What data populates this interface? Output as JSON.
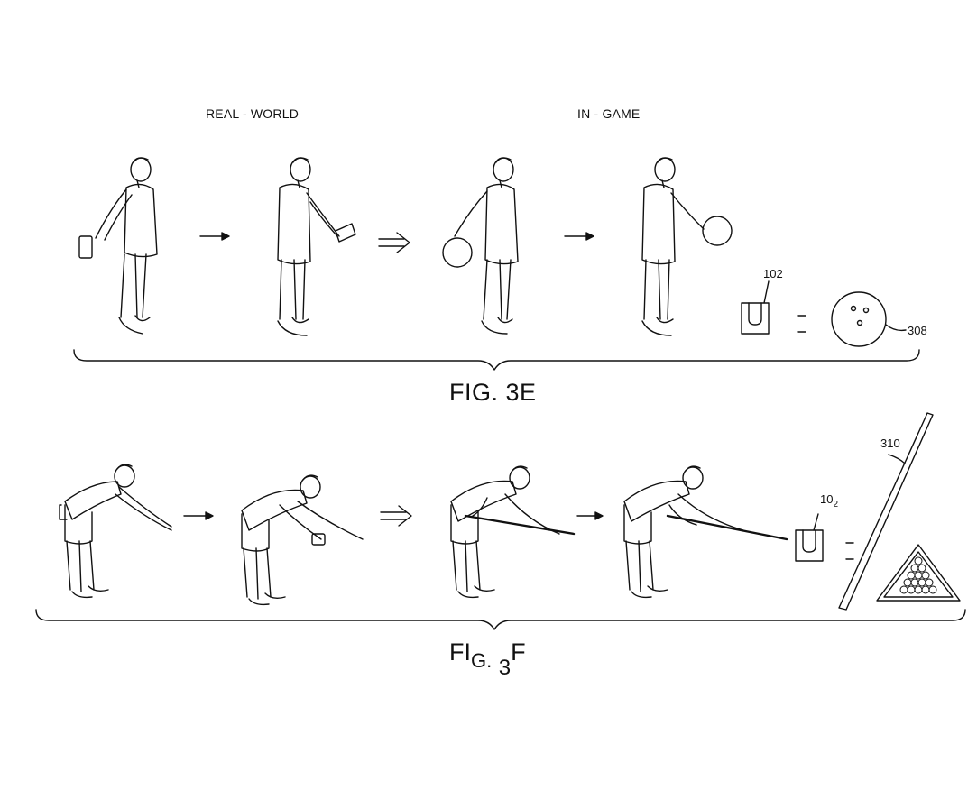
{
  "fig3e": {
    "header_left": "REAL - WORLD",
    "header_right": "IN - GAME",
    "ref_controller": "102",
    "ref_ball": "308",
    "caption": "FIG. 3E"
  },
  "fig3f": {
    "ref_controller_main": "10",
    "ref_controller_sub": "2",
    "ref_cue": "310",
    "caption_a": "FI",
    "caption_b": "G.",
    "caption_c": "3",
    "caption_d": "F"
  },
  "colors": {
    "ink": "#111111",
    "paper": "#ffffff"
  }
}
